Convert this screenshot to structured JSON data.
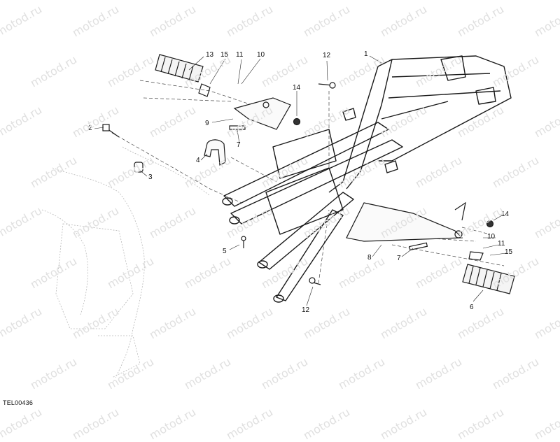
{
  "drawing_code": "TEL00436",
  "watermark": "motod.ru",
  "callouts": [
    {
      "text": "1"
    },
    {
      "text": "2"
    },
    {
      "text": "3"
    },
    {
      "text": "4"
    },
    {
      "text": "5"
    },
    {
      "text": "6"
    },
    {
      "text": "7"
    },
    {
      "text": "7"
    },
    {
      "text": "8"
    },
    {
      "text": "9"
    },
    {
      "text": "10"
    },
    {
      "text": "10"
    },
    {
      "text": "11"
    },
    {
      "text": "11"
    },
    {
      "text": "12"
    },
    {
      "text": "12"
    },
    {
      "text": "13"
    },
    {
      "text": "14"
    },
    {
      "text": "14"
    },
    {
      "text": "15"
    },
    {
      "text": "15"
    }
  ]
}
